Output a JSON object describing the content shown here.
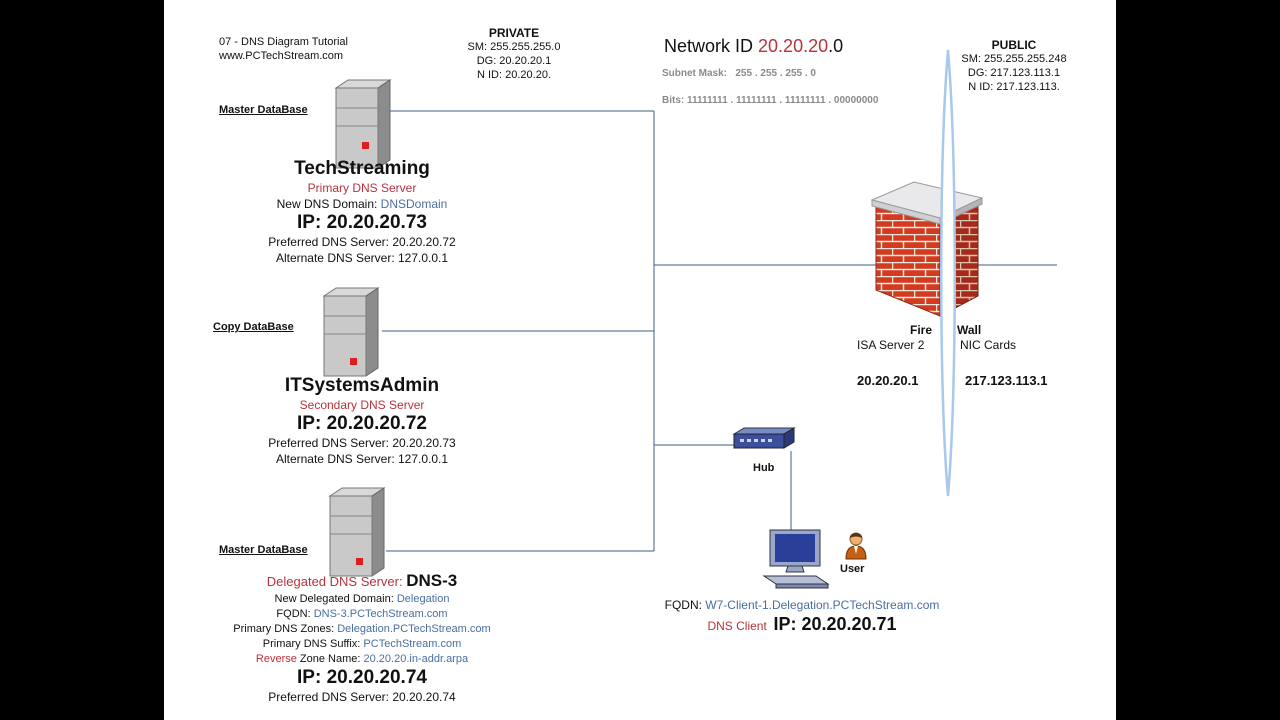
{
  "title_block": {
    "line1": "07 - DNS Diagram Tutorial",
    "line2": "www.PCTechStream.com"
  },
  "private": {
    "heading": "PRIVATE",
    "sm": "SM: 255.255.255.0",
    "dg": "DG: 20.20.20.1",
    "nid": "N ID: 20.20.20."
  },
  "public": {
    "heading": "PUBLIC",
    "sm": "SM: 255.255.255.248",
    "dg": "DG: 217.123.113.1",
    "nid": "N ID: 217.123.113."
  },
  "network": {
    "label": "Network ID ",
    "id_red": "20.20.20",
    "id_suffix": ".0",
    "subnet_label": "Subnet Mask:",
    "subnet_value": "255 . 255 . 255 . 0",
    "bits": "Bits: 11111111 . 11111111 . 11111111 . 00000000"
  },
  "server1": {
    "db_label": "Master DataBase",
    "name": "TechStreaming",
    "role": "Primary DNS Server",
    "domain_label": "New DNS Domain: ",
    "domain_value": "DNSDomain",
    "ip": "IP: 20.20.20.73",
    "preferred": "Preferred DNS Server: 20.20.20.72",
    "alternate": "Alternate DNS Server: 127.0.0.1"
  },
  "server2": {
    "db_label": "Copy DataBase",
    "name": "ITSystemsAdmin",
    "role": "Secondary DNS Server",
    "ip": "IP: 20.20.20.72",
    "preferred": "Preferred DNS Server: 20.20.20.73",
    "alternate": "Alternate DNS Server: 127.0.0.1"
  },
  "server3": {
    "db_label": "Master DataBase",
    "role": "Delegated DNS Server: ",
    "name": "DNS-3",
    "deleg_label": "New Delegated Domain: ",
    "deleg_value": "Delegation",
    "fqdn_label": "FQDN: ",
    "fqdn_value": "DNS-3.PCTechStream.com",
    "zones_label": "Primary DNS Zones: ",
    "zones_value": "Delegation.PCTechStream.com",
    "suffix_label": "Primary DNS Suffix: ",
    "suffix_value": "PCTechStream.com",
    "reverse_red": "Reverse",
    "reverse_label": " Zone Name: ",
    "reverse_value": "20.20.20.in-addr.arpa",
    "ip": "IP: 20.20.20.74",
    "preferred": "Preferred DNS Server: 20.20.20.74"
  },
  "firewall": {
    "label_left": "Fire",
    "label_right": "Wall",
    "isa": "ISA Server 2",
    "nic": "NIC Cards",
    "ip_private": "20.20.20.1",
    "ip_public": "217.123.113.1"
  },
  "hub": {
    "label": "Hub"
  },
  "client": {
    "user_label": "User",
    "fqdn_label": "FQDN: ",
    "fqdn_value": "W7-Client-1.Delegation.PCTechStream.com",
    "role": "DNS Client",
    "ip": "IP: 20.20.20.71"
  },
  "colors": {
    "red": "#b8323a",
    "blue": "#4a6ea0",
    "line": "#3f5f7f",
    "lens": "#a9c8ec"
  }
}
